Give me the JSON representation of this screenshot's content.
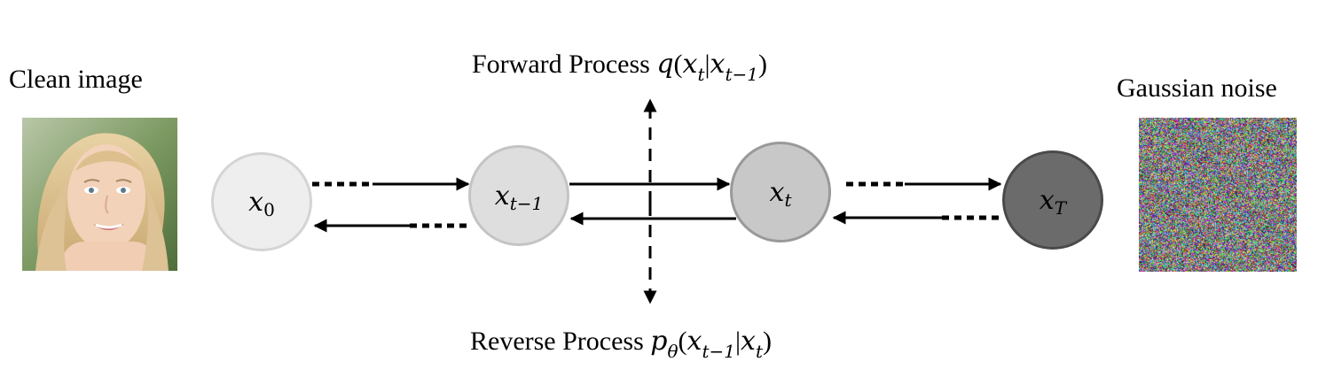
{
  "left_caption": "Clean image",
  "right_caption": "Gaussian noise",
  "forward": {
    "text": "Forward Process",
    "func": "q",
    "args": [
      "x",
      "t",
      "|",
      "x",
      "t−1"
    ]
  },
  "reverse": {
    "text": "Reverse Process",
    "func": "p",
    "func_sub": "θ",
    "args": [
      "x",
      "t−1",
      "|",
      "x",
      "t"
    ]
  },
  "nodes": [
    {
      "var": "x",
      "sub": "0",
      "fill": "#eeeeee",
      "stroke": "#d4d4d4"
    },
    {
      "var": "x",
      "sub": "t−1",
      "fill": "#dedede",
      "stroke": "#c4c4c4"
    },
    {
      "var": "x",
      "sub": "t",
      "fill": "#c8c8c8",
      "stroke": "#999999"
    },
    {
      "var": "x",
      "sub": "T",
      "fill": "#6b6b6b",
      "stroke": "#4a4a4a"
    }
  ],
  "colors": {
    "arrow": "#000000",
    "face_bg": "#6f8f55",
    "hair": "#d9c08d",
    "skin": "#f0cdb3"
  }
}
